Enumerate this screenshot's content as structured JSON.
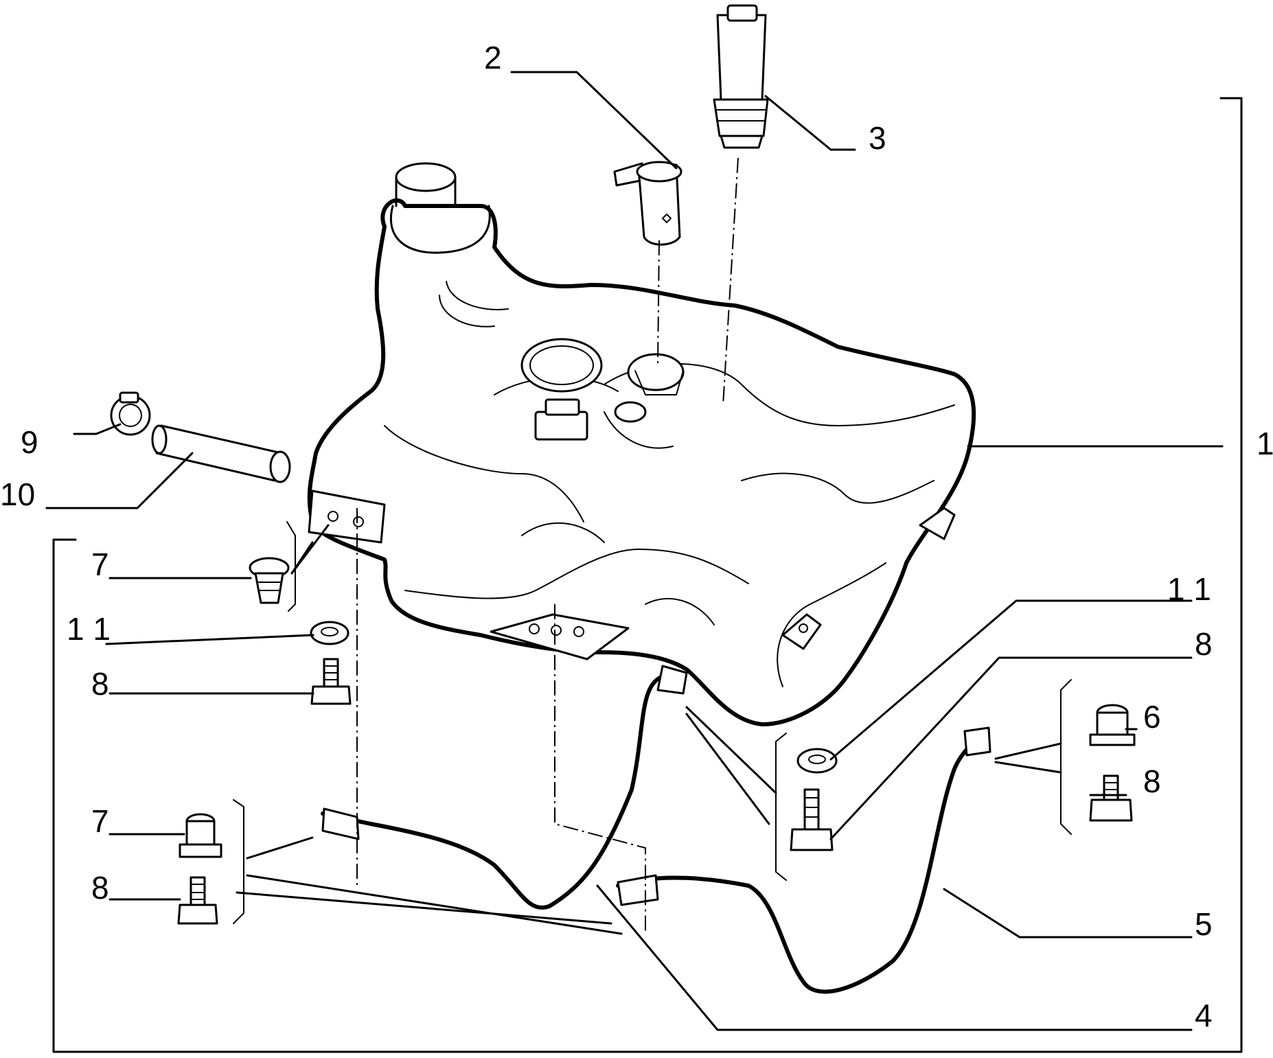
{
  "callouts": {
    "c1": "1",
    "c2": "2",
    "c3": "3",
    "c4": "4",
    "c5": "5",
    "c6": "6",
    "c7a": "7",
    "c7b": "7",
    "c8a": "8",
    "c8b": "8",
    "c8c": "8",
    "c8d": "8",
    "c9": "9",
    "c10": "10",
    "c11a": "1 1",
    "c11b": "1 1"
  }
}
